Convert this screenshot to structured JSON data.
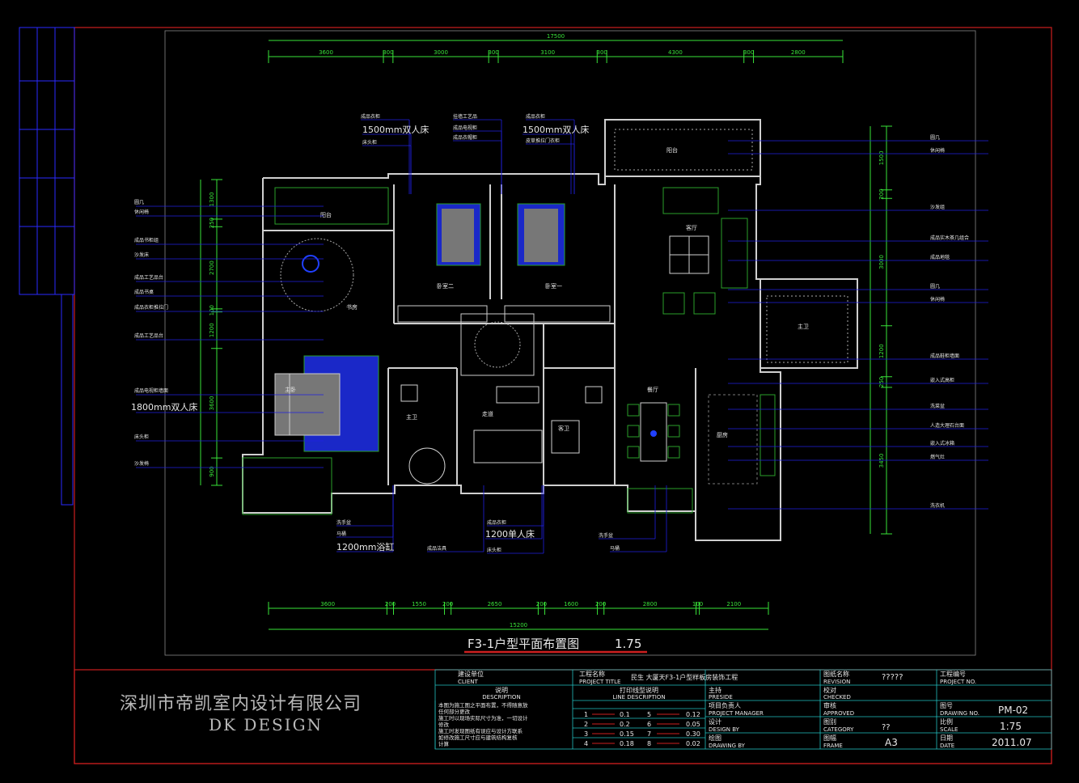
{
  "title": {
    "text": "F3-1户型平面布置图",
    "scale": "1.75"
  },
  "company": {
    "name_cn": "深圳市帝凯室内设计有限公司",
    "name_en": "DK    DESIGN"
  },
  "dims_top": {
    "overall": "17500",
    "segments": [
      "3600",
      "300",
      "3000",
      "300",
      "3100",
      "300",
      "4300",
      "300",
      "2800"
    ]
  },
  "dims_bottom": {
    "overall": "15200",
    "segments": [
      "3600",
      "200",
      "1550",
      "200",
      "2650",
      "200",
      "1600",
      "200",
      "2800",
      "100",
      "2100"
    ]
  },
  "dims_left": [
    "1300",
    "250",
    "2700",
    "100",
    "1200",
    "3600",
    "900"
  ],
  "dims_right": [
    "1500",
    "200",
    "3000",
    "1200",
    "250",
    "3450"
  ],
  "room_labels": [
    "阳台",
    "客厅",
    "书房",
    "卧室二",
    "卧室一",
    "主卧",
    "主卫",
    "走道",
    "厨房",
    "餐厅",
    "阳台",
    "主卫",
    "客卫"
  ],
  "annot_left": [
    {
      "label": "圆几"
    },
    {
      "label": "休闲椅"
    },
    {
      "label": "成品书柜组"
    },
    {
      "label": "沙发床"
    },
    {
      "label": "成品工艺品台"
    },
    {
      "label": "成品书桌"
    },
    {
      "label": "成品衣柜推拉门"
    },
    {
      "label": "成品工艺品台"
    },
    {
      "label": "成品电视柜墙面"
    },
    {
      "label": "1800mm双人床"
    },
    {
      "label": "床头柜"
    },
    {
      "label": "沙发椅"
    }
  ],
  "annot_top": [
    {
      "label": "成品衣柜"
    },
    {
      "label": "1500mm双人床"
    },
    {
      "label": "床头柜"
    },
    {
      "label": "挂墙工艺品"
    },
    {
      "label": "成品电视柜"
    },
    {
      "label": "成品衣帽柜"
    },
    {
      "label": "成品衣柜"
    },
    {
      "label": "1500mm双人床"
    },
    {
      "label": "皮草推拉门衣柜"
    }
  ],
  "annot_right": [
    {
      "label": "圆几"
    },
    {
      "label": "休闲椅"
    },
    {
      "label": "沙发组"
    },
    {
      "label": "成品实木茶几组合"
    },
    {
      "label": "成品地毯"
    },
    {
      "label": "圆几"
    },
    {
      "label": "休闲椅"
    },
    {
      "label": "成品鞋柜墙面"
    },
    {
      "label": "嵌入式高柜"
    },
    {
      "label": "洗菜盆"
    },
    {
      "label": "人造大理石台面"
    },
    {
      "label": "嵌入式冰箱"
    },
    {
      "label": "燃气灶"
    },
    {
      "label": "洗衣机"
    }
  ],
  "annot_bottom": [
    {
      "label": "洗手盆"
    },
    {
      "label": "马桶"
    },
    {
      "label": "1200mm浴缸"
    },
    {
      "label": "成品洁具"
    },
    {
      "label": "成品衣柜"
    },
    {
      "label": "1200单人床"
    },
    {
      "label": "床头柜"
    },
    {
      "label": "洗手盆"
    },
    {
      "label": "马桶"
    }
  ],
  "title_block": {
    "client": {
      "cn": "建设单位",
      "en": "CLIENT",
      "value": ""
    },
    "project": {
      "cn": "工程名称",
      "en": "PROJECT TITLE",
      "value": "民生   大厦天F3-1户型样板房装饰工程"
    },
    "drawing_name": {
      "cn": "图纸名称",
      "en": "REVISION",
      "value": "?????"
    },
    "project_no": {
      "cn": "工程编号",
      "en": "PROJECT NO.",
      "value": ""
    },
    "description": {
      "cn": "说明",
      "en": "DESCRIPTION",
      "lines": [
        "本图为施工图之平面布置，不得随意放",
        "任何部分更改",
        "施工时以现场实际尺寸为准，一切设计",
        "修改",
        "施工时发现图纸有误应与设计方联系",
        "如修改施工尺寸应与建筑结构复核",
        "计算"
      ]
    },
    "line_desc": {
      "cn": "打印线型说明",
      "en": "LINE DESCRIPTION",
      "rows": [
        {
          "n1": "1",
          "w1": "0.1",
          "n2": "5",
          "w2": "0.12"
        },
        {
          "n1": "2",
          "w1": "0.2",
          "n2": "6",
          "w2": "0.05"
        },
        {
          "n1": "3",
          "w1": "0.15",
          "n2": "7",
          "w2": "0.30"
        },
        {
          "n1": "4",
          "w1": "0.18",
          "n2": "8",
          "w2": "0.02"
        }
      ]
    },
    "preside": {
      "cn": "主持",
      "en": "PRESIDE"
    },
    "manager": {
      "cn": "项目负责人",
      "en": "PROJECT MANAGER"
    },
    "design": {
      "cn": "设计",
      "en": "DESIGN BY"
    },
    "drawing_by": {
      "cn": "绘图",
      "en": "DRAWING BY"
    },
    "checked": {
      "cn": "校对",
      "en": "CHECKED"
    },
    "approved": {
      "cn": "审核",
      "en": "APPROVED"
    },
    "category": {
      "cn": "图别",
      "en": "CATEGORY",
      "value": "??"
    },
    "frame": {
      "cn": "图幅",
      "en": "FRAME",
      "value": "A3"
    },
    "drawing_no": {
      "cn": "图号",
      "en": "DRAWING NO.",
      "value": "PM-02"
    },
    "scale": {
      "cn": "比例",
      "en": "SCALE",
      "value": "1:75"
    },
    "date": {
      "cn": "日期",
      "en": "DATE",
      "value": "2011.07"
    }
  },
  "colors": {
    "frame": "#cc1f1f",
    "dim": "#39e339",
    "wall": "#cfcfcf",
    "furniture": "#2aa02a",
    "blue": "#2020e0",
    "text": "#e8e8e8",
    "cyan": "#22c0c0"
  }
}
